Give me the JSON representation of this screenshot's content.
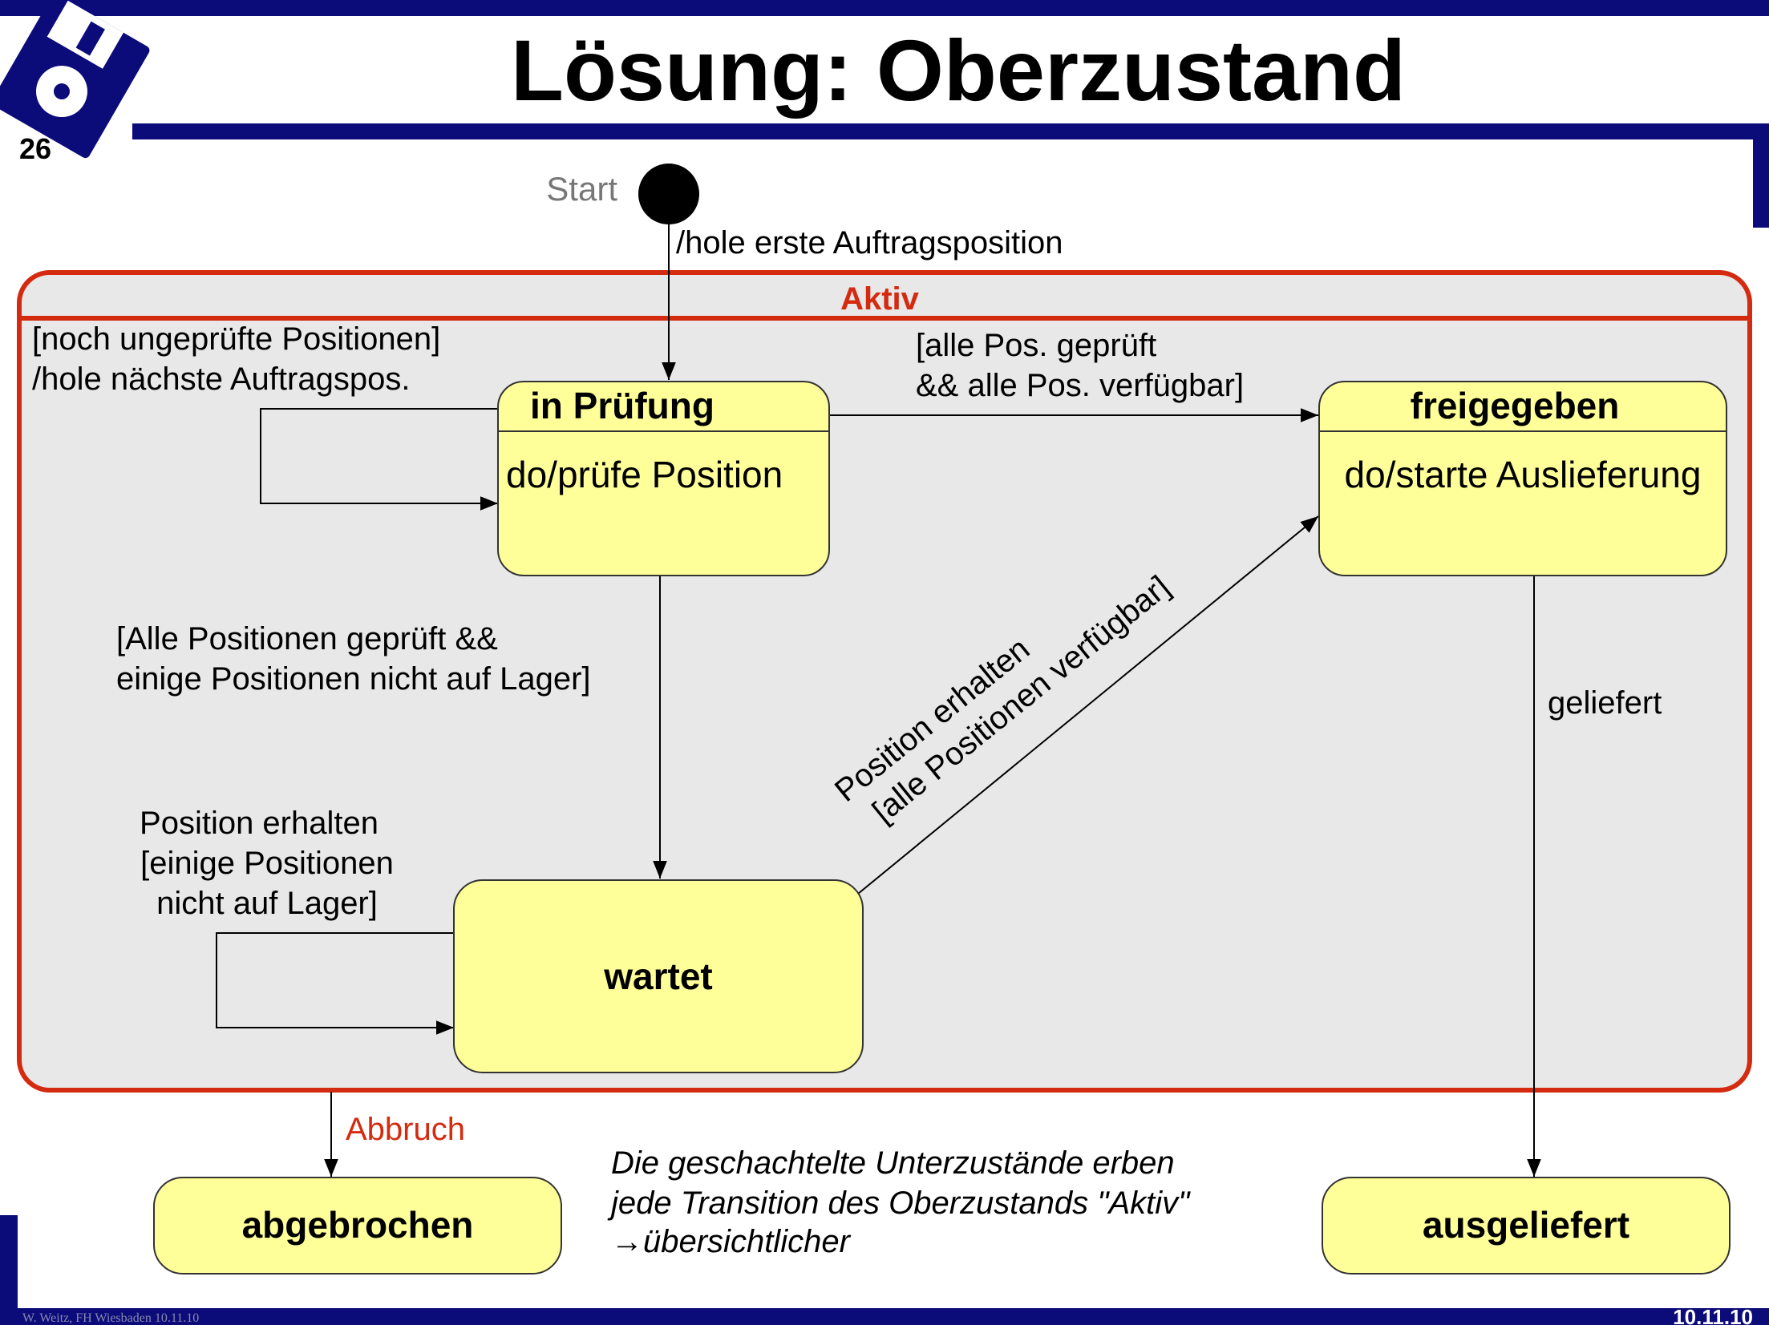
{
  "header": {
    "page_number": "26",
    "title": "Lösung: Oberzustand",
    "logo_icon": "floppy-disk-icon"
  },
  "colors": {
    "navy": "#0b0b7a",
    "superstate_border": "#d42a10",
    "superstate_fill": "#e8e8e8",
    "state_fill": "#ffff99",
    "red_text": "#d42a10"
  },
  "diagram": {
    "start_label": "Start",
    "initial_transition": "/hole erste Auftragsposition",
    "superstate_name": "Aktiv",
    "states": {
      "pruefung": {
        "name": "in Prüfung",
        "activity": "do/prüfe Position"
      },
      "freigegeben": {
        "name": "freigegeben",
        "activity": "do/starte Auslieferung"
      },
      "wartet": {
        "name": "wartet"
      },
      "abgebrochen": {
        "name": "abgebrochen"
      },
      "ausgeliefert": {
        "name": "ausgeliefert"
      }
    },
    "transitions": {
      "self_pruefung": [
        "[noch ungeprüfte Positionen]",
        "/hole nächste Auftragspos."
      ],
      "pruefung_to_freigegeben": [
        "[alle Pos. geprüft",
        "&& alle Pos. verfügbar]"
      ],
      "pruefung_to_wartet": [
        "[Alle Positionen geprüft &&",
        "einige Positionen nicht auf Lager]"
      ],
      "self_wartet": [
        "Position erhalten",
        "[einige Positionen",
        "nicht auf Lager]"
      ],
      "wartet_to_freigegeben": [
        "Position erhalten",
        "[alle Positionen verfügbar]"
      ],
      "freigegeben_to_ausgeliefert": "geliefert",
      "aktiv_to_abgebrochen": "Abbruch"
    },
    "note": [
      "Die geschachtelte Unterzustände erben",
      "jede Transition des Oberzustands \"Aktiv\"",
      "→übersichtlicher"
    ]
  },
  "footer": {
    "left": "W. Weitz, FH Wiesbaden 10.11.10",
    "right": "10.11.10"
  }
}
